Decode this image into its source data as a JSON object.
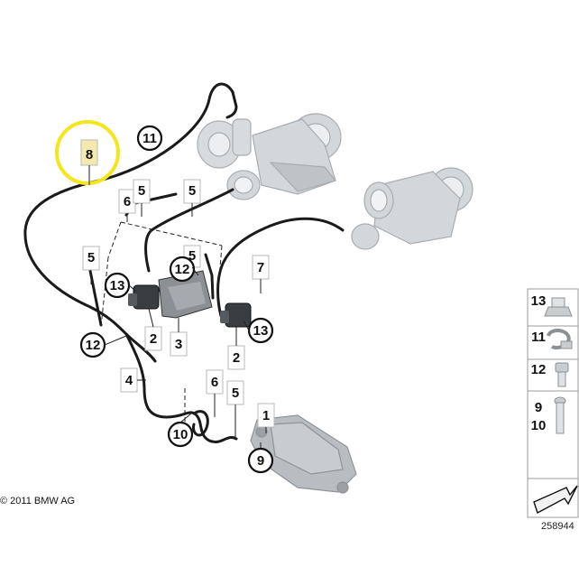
{
  "callouts": {
    "c8": "8",
    "c11": "11",
    "c6a": "6",
    "c5a": "5",
    "c5b": "5",
    "c5c": "5",
    "c5d": "5",
    "c7": "7",
    "c12a": "12",
    "c13a": "13",
    "c13b": "13",
    "c2a": "2",
    "c3": "3",
    "c2b": "2",
    "c12b": "12",
    "c4": "4",
    "c6b": "6",
    "c5e": "5",
    "c1": "1",
    "c10": "10",
    "c9": "9"
  },
  "legend": {
    "n13": "13",
    "n11": "11",
    "n12": "12",
    "n9": "9",
    "n10": "10"
  },
  "copyright": "© 2011 BMW AG",
  "diagram_number": "258944",
  "colors": {
    "highlight": "#f5e61c",
    "label_fill": "#f4eab0",
    "part_gray": "#c9cdd0",
    "line": "#1a1a1a"
  }
}
